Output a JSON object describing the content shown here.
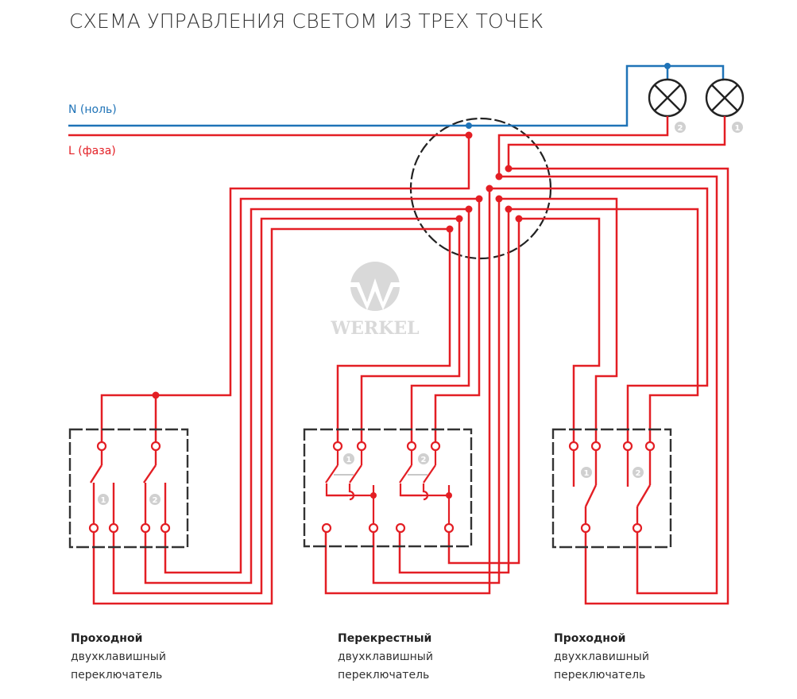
{
  "title": "СХЕМА УПРАВЛЕНИЯ СВЕТОМ ИЗ ТРЕХ ТОЧЕК",
  "legend": {
    "neutral": "N (ноль)",
    "phase": "L (фаза)"
  },
  "colors": {
    "neutral": "#1f73b7",
    "phase": "#e31e24",
    "outline": "#333333",
    "badge": "#d0d0d0",
    "watermark": "#d9d9d9"
  },
  "watermark": {
    "brand": "WERKEL",
    "icon": "werkel-logo-icon"
  },
  "lamps": [
    {
      "number": "2",
      "icon": "lamp-icon"
    },
    {
      "number": "1",
      "icon": "lamp-icon"
    }
  ],
  "junction_box": {
    "icon": "junction-box-circle"
  },
  "switches": [
    {
      "type_bold": "Проходной",
      "line2": "двухклавишный",
      "line3": "переключатель",
      "keys": [
        "1",
        "2"
      ]
    },
    {
      "type_bold": "Перекрестный",
      "line2": "двухклавишный",
      "line3": "переключатель",
      "keys": [
        "1",
        "2"
      ]
    },
    {
      "type_bold": "Проходной",
      "line2": "двухклавишный",
      "line3": "переключатель",
      "keys": [
        "1",
        "2"
      ]
    }
  ]
}
